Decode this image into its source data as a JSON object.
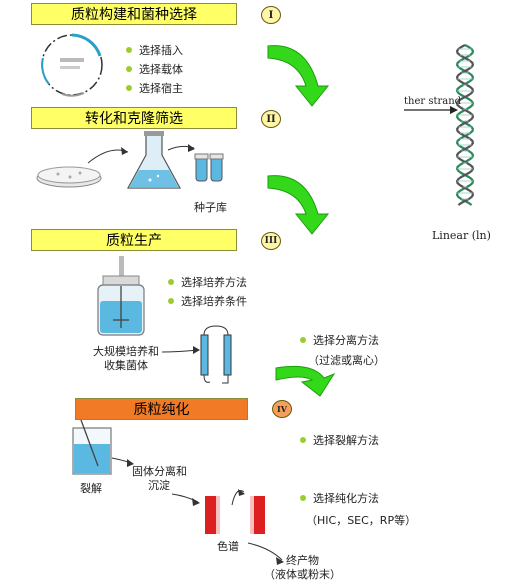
{
  "stages": [
    {
      "title": "质粒构建和菌种选择",
      "numeral": "I"
    },
    {
      "title": "转化和克隆筛选",
      "numeral": "II"
    },
    {
      "title": "质粒生产",
      "numeral": "III"
    },
    {
      "title": "质粒纯化",
      "numeral": "IV"
    }
  ],
  "stage1_bullets": [
    "选择插入",
    "选择载体",
    "选择宿主"
  ],
  "stage2_label": "种子库",
  "stage3_bullets": [
    "选择培养方法",
    "选择培养条件"
  ],
  "stage3_caption": {
    "line1": "大规模培养和",
    "line2": "收集菌体"
  },
  "stage3_separation": {
    "bullet": "选择分离方法",
    "note": "（过滤或离心）"
  },
  "stage4": {
    "lysis_bullet": "选择裂解方法",
    "lysis_label": "裂解",
    "solid_sep": {
      "line1": "固体分离和",
      "line2": "沉淀"
    },
    "purify_bullet": "选择纯化方法",
    "purify_note": "（HIC，SEC，RP等）",
    "chrom_label": "色谱",
    "product": {
      "line1": "终产物",
      "line2": "（液体或粉末）"
    }
  },
  "dna_panel": {
    "strand_label": "ther strand",
    "caption": "Linear (ln)"
  },
  "colors": {
    "stage_yellow": "#ffff66",
    "stage_orange": "#f07a26",
    "green_arrow": "#34d81a",
    "bullet": "#9acd32",
    "liquid": "#5bb8e0",
    "chrom_red": "#dd1f1f"
  }
}
